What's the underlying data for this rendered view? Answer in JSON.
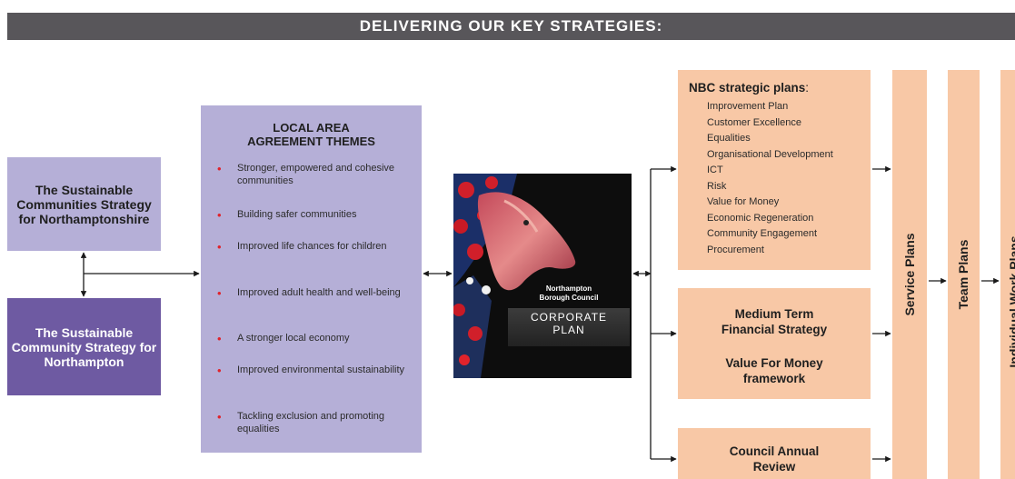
{
  "banner": {
    "title": "DELIVERING OUR KEY STRATEGIES:"
  },
  "strategies": {
    "county": "The Sustainable Communities Strategy for Northamptonshire",
    "town": "The Sustainable Community Strategy for Northampton"
  },
  "laa": {
    "title_line1": "LOCAL AREA",
    "title_line2": "AGREEMENT THEMES",
    "bullet_glyph": "•",
    "items": [
      "Stronger, empowered and cohesive communities",
      "Building safer communities",
      "Improved life chances for children",
      "Improved adult health and well-being",
      "A stronger local economy",
      "Improved environmental sustainability",
      "Tackling exclusion and promoting equalities"
    ]
  },
  "corporate_plan": {
    "council_line1": "Northampton",
    "council_line2": "Borough Council",
    "title_line1": "CORPORATE",
    "title_line2": "PLAN"
  },
  "nbc": {
    "heading": "NBC strategic plans",
    "heading_suffix": ":",
    "items": [
      "Improvement Plan",
      "Customer Excellence",
      "Equalities",
      "Organisational Development",
      "ICT",
      "Risk",
      "Value for Money",
      "Economic  Regeneration",
      "Community Engagement",
      "Procurement"
    ]
  },
  "mtfs": {
    "line1": "Medium Term",
    "line2": "Financial Strategy",
    "line3": "Value For Money",
    "line4": "framework"
  },
  "annual_review": {
    "line1": "Council Annual",
    "line2": "Review"
  },
  "columns": {
    "service": "Service Plans",
    "team": "Team Plans",
    "individual": "Individual Work Plans"
  },
  "colors": {
    "banner": "#58565a",
    "lavender": "#b5afd7",
    "purple": "#6e5aa2",
    "peach": "#f8c8a6",
    "bullet_red": "#e0232b",
    "connector": "#1a1a1a"
  }
}
